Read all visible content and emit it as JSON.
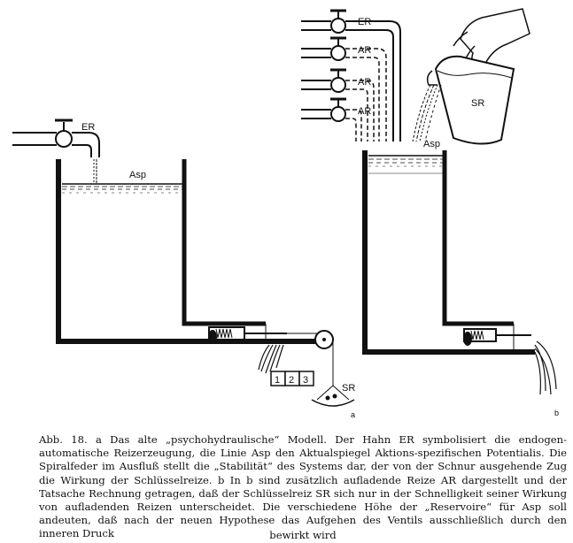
{
  "figure_a": {
    "tap_label": "ER",
    "level_label": "Asp",
    "weights": [
      "1",
      "2",
      "3"
    ],
    "pan_label": "SR",
    "panel_letter": "a"
  },
  "figure_b": {
    "tap_labels": [
      "ER",
      "AR",
      "AR",
      "AR"
    ],
    "jug_label": "SR",
    "level_label": "Asp",
    "panel_letter": "b"
  },
  "caption": {
    "text": "Abb. 18. a Das alte „psychohydraulische“ Modell. Der Hahn ER symbolisiert die endogen-automatische Reizerzeugung, die Linie Asp den Aktualspiegel Aktions-spezifischen Potentialis. Die Spiralfeder im Ausfluß stellt die „Stabilität“ des Systems dar, der von der Schnur ausgehende Zug die Wirkung der Schlüsselreize. b In b sind zusätzlich aufladende Reize AR dargestellt und der Tatsache Rechnung getragen, daß der Schlüsselreiz SR sich nur in der Schnelligkeit seiner Wirkung von aufladenden Reizen unterscheidet. Die verschiedene Höhe der „Reservoire“ für Asp soll andeuten, daß nach der neuen Hypothese das Aufgehen des Ventils ausschließlich durch den inneren Druck",
    "last_line": "bewirkt wird"
  }
}
